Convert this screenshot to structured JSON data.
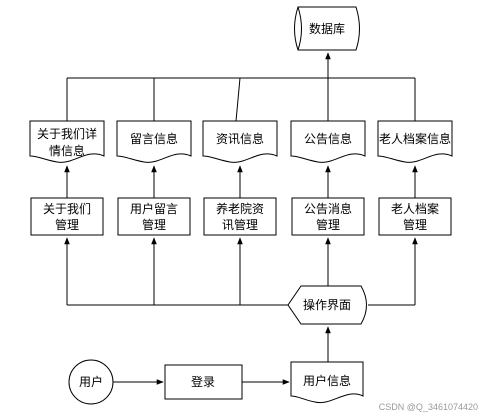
{
  "diagram": {
    "database": "数据库",
    "documents": [
      [
        "关于我们详",
        "情信息"
      ],
      [
        "留言信息"
      ],
      [
        "资讯信息"
      ],
      [
        "公告信息"
      ],
      [
        "老人档案信息"
      ]
    ],
    "modules": [
      [
        "关于我们",
        "管理"
      ],
      [
        "用户留言",
        "管理"
      ],
      [
        "养老院资",
        "讯管理"
      ],
      [
        "公告消息",
        "管理"
      ],
      [
        "老人档案",
        "管理"
      ]
    ],
    "operation": "操作界面",
    "user": "用户",
    "login": "登录",
    "user_info": "用户信息"
  },
  "watermark": "CSDN @Q_3461074420"
}
